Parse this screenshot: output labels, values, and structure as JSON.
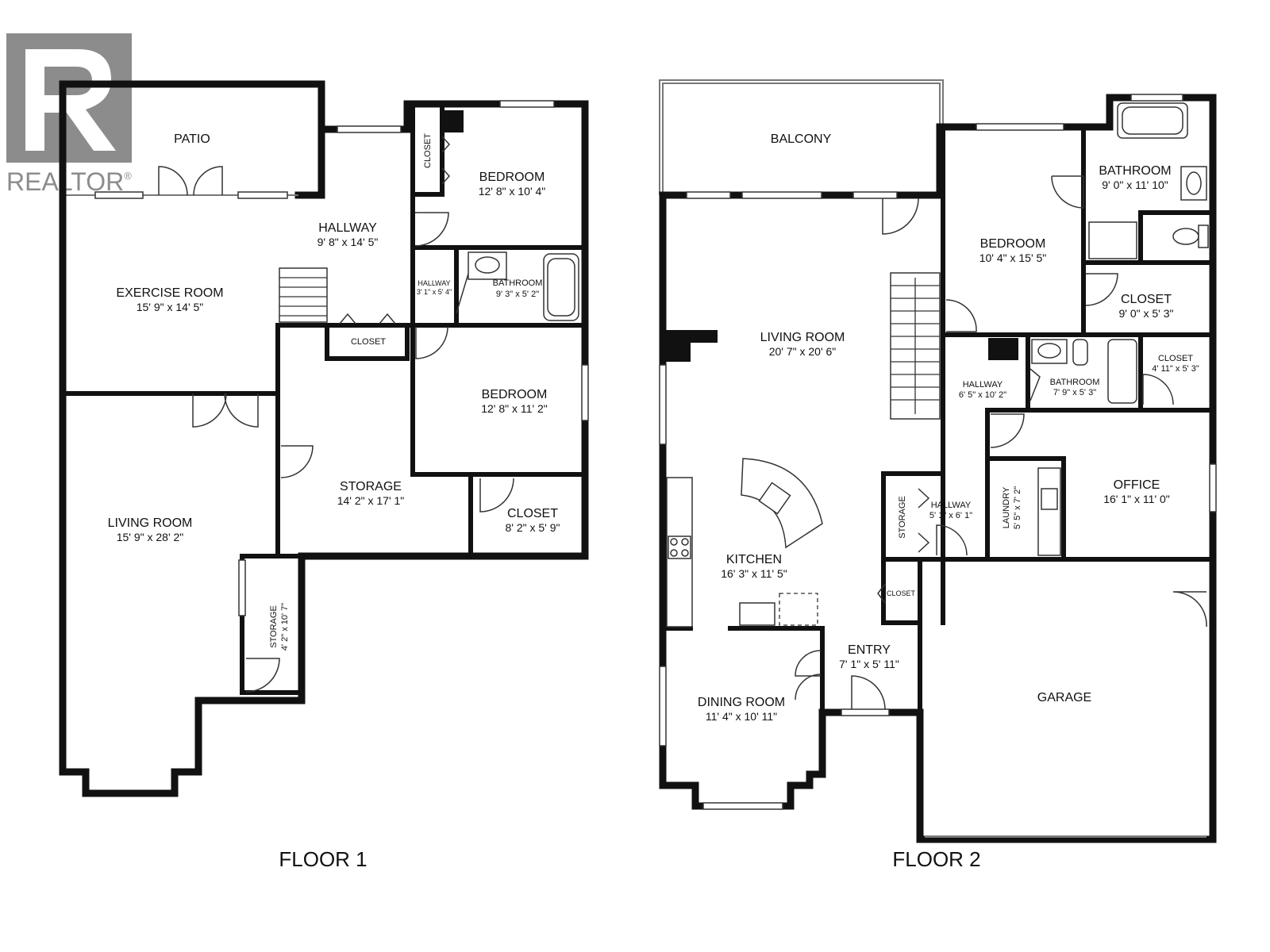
{
  "logo": {
    "text": "REALTOR",
    "mark": "®",
    "color": "#8c8c8c"
  },
  "floors": {
    "floor1": {
      "label": "FLOOR 1",
      "rooms": {
        "patio": {
          "name": "PATIO"
        },
        "hallway": {
          "name": "HALLWAY",
          "dims": "9' 8\" x 14' 5\""
        },
        "bedroom_a": {
          "name": "BEDROOM",
          "dims": "12' 8\" x 10' 4\""
        },
        "closet_a": {
          "name": "CLOSET"
        },
        "exercise": {
          "name": "EXERCISE ROOM",
          "dims": "15' 9\" x 14' 5\""
        },
        "hallway_small": {
          "name": "HALLWAY",
          "dims": "3' 1\" x 5' 4\""
        },
        "bathroom": {
          "name": "BATHROOM",
          "dims": "9' 3\" x 5' 2\""
        },
        "closet_b": {
          "name": "CLOSET"
        },
        "bedroom_b": {
          "name": "BEDROOM",
          "dims": "12' 8\" x 11' 2\""
        },
        "living": {
          "name": "LIVING ROOM",
          "dims": "15' 9\" x 28' 2\""
        },
        "storage": {
          "name": "STORAGE",
          "dims": "14' 2\" x 17' 1\""
        },
        "closet_c": {
          "name": "CLOSET",
          "dims": "8' 2\" x 5' 9\""
        },
        "storage_small": {
          "name": "STORAGE",
          "dims": "4' 2\" x 10' 7\""
        }
      }
    },
    "floor2": {
      "label": "FLOOR 2",
      "rooms": {
        "balcony": {
          "name": "BALCONY"
        },
        "bedroom": {
          "name": "BEDROOM",
          "dims": "10' 4\" x 15' 5\""
        },
        "bathroom_a": {
          "name": "BATHROOM",
          "dims": "9' 0\" x 11' 10\""
        },
        "closet_a": {
          "name": "CLOSET",
          "dims": "9' 0\" x 5' 3\""
        },
        "living": {
          "name": "LIVING ROOM",
          "dims": "20' 7\" x 20' 6\""
        },
        "hallway_a": {
          "name": "HALLWAY",
          "dims": "6' 5\" x 10' 2\""
        },
        "bathroom_b": {
          "name": "BATHROOM",
          "dims": "7' 9\" x 5' 3\""
        },
        "closet_b": {
          "name": "CLOSET",
          "dims": "4' 11\" x 5' 3\""
        },
        "office": {
          "name": "OFFICE",
          "dims": "16' 1\" x 11' 0\""
        },
        "storage": {
          "name": "STORAGE"
        },
        "hallway_b": {
          "name": "HALLWAY",
          "dims": "5' 1\" x 6' 1\""
        },
        "laundry": {
          "name": "LAUNDRY",
          "dims": "5' 5\" x 7' 2\""
        },
        "kitchen": {
          "name": "KITCHEN",
          "dims": "16' 3\" x 11' 5\""
        },
        "closet_c": {
          "name": "CLOSET"
        },
        "entry": {
          "name": "ENTRY",
          "dims": "7' 1\" x 5' 11\""
        },
        "garage": {
          "name": "GARAGE"
        },
        "dining": {
          "name": "DINING ROOM",
          "dims": "11' 4\" x 10' 11\""
        }
      }
    }
  }
}
